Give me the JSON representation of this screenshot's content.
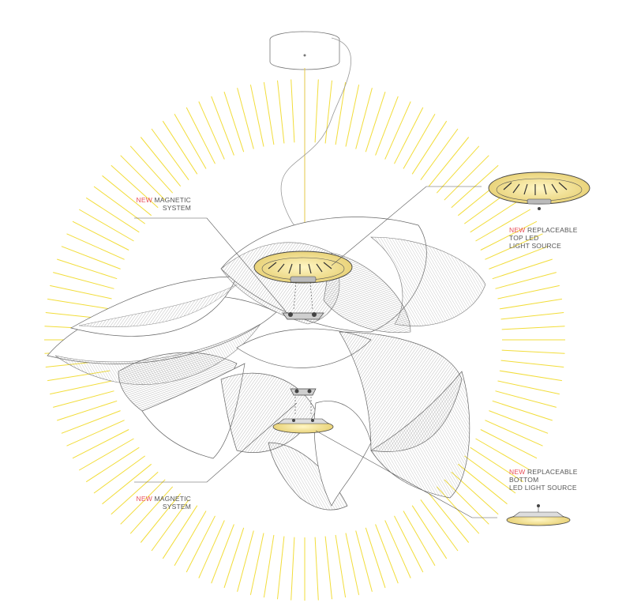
{
  "colors": {
    "ray": "#f2dd3a",
    "accent_new": "#e8505b",
    "label_text": "#555555",
    "outline": "#555555",
    "led_fill": "#f3e6a6",
    "cable": "#e6c84a"
  },
  "callouts": {
    "magnetic_top": {
      "new": "NEW",
      "line1": "MAGNETIC",
      "line2": "SYSTEM"
    },
    "top_led": {
      "new": "NEW",
      "line1": "REPLACEABLE",
      "line2": "TOP LED",
      "line3": "LIGHT SOURCE"
    },
    "magnetic_bottom": {
      "new": "NEW",
      "line1": "MAGNETIC",
      "line2": "SYSTEM"
    },
    "bottom_led": {
      "new": "NEW",
      "line1": "REPLACEABLE",
      "line2": "BOTTOM",
      "line3": "LED LIGHT SOURCE"
    }
  },
  "illustration": {
    "subject": "pendant-lamp-exploded-view",
    "ray_count": 120
  }
}
